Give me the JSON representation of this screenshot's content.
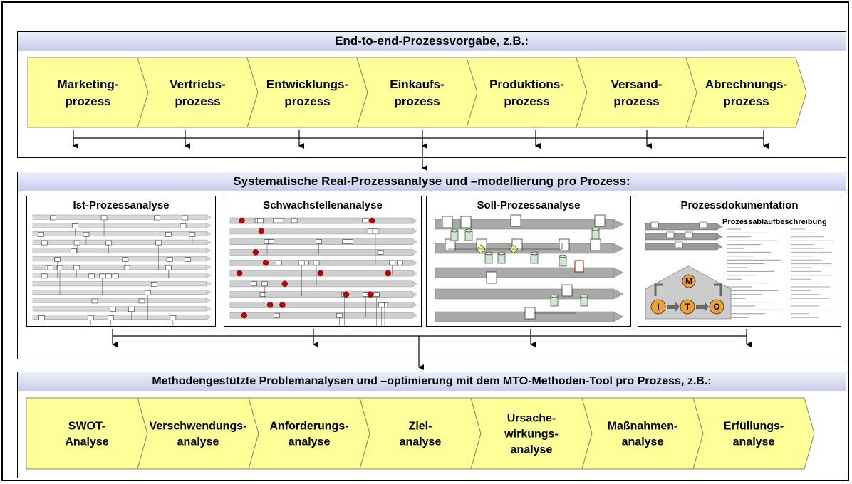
{
  "top_panel": {
    "title": "End-to-end-Prozessvorgabe, z.B.:",
    "steps": [
      {
        "line1": "Marketing-",
        "line2": "prozess"
      },
      {
        "line1": "Vertriebs-",
        "line2": "prozess"
      },
      {
        "line1": "Entwicklungs-",
        "line2": "prozess"
      },
      {
        "line1": "Einkaufs-",
        "line2": "prozess"
      },
      {
        "line1": "Produktions-",
        "line2": "prozess"
      },
      {
        "line1": "Versand-",
        "line2": "prozess"
      },
      {
        "line1": "Abrechnungs-",
        "line2": "prozess"
      }
    ]
  },
  "middle_panel": {
    "title": "Systematische Real-Prozessanalyse und –modellierung pro Prozess:",
    "thumbnails": [
      {
        "title": "Ist-Prozessanalyse"
      },
      {
        "title": "Schwachstellenanalyse"
      },
      {
        "title": "Soll-Prozessanalyse"
      },
      {
        "title": "Prozessdokumentation",
        "subtitle": "Prozessablaufbeschreibung",
        "mto_letters": [
          "M",
          "I",
          "T",
          "O"
        ]
      }
    ]
  },
  "bottom_panel": {
    "title": "Methodengestützte Problemanalysen und –optimierung mit dem MTO-Methoden-Tool pro Prozess, z.B.:",
    "steps": [
      {
        "lines": [
          "SWOT-",
          "Analyse"
        ]
      },
      {
        "lines": [
          "Verschwendungs-",
          "analyse"
        ]
      },
      {
        "lines": [
          "Anforderungs-",
          "analyse"
        ]
      },
      {
        "lines": [
          "Ziel-",
          "analyse"
        ]
      },
      {
        "lines": [
          "Ursache-",
          "wirkungs-",
          "analyse"
        ]
      },
      {
        "lines": [
          "Maßnahmen-",
          "analyse"
        ]
      },
      {
        "lines": [
          "Erfüllungs-",
          "analyse"
        ]
      }
    ]
  },
  "colors": {
    "chevron_fill": "#ffff99",
    "header_fill": "#c9cbec",
    "problem_marker": "#c00000"
  }
}
